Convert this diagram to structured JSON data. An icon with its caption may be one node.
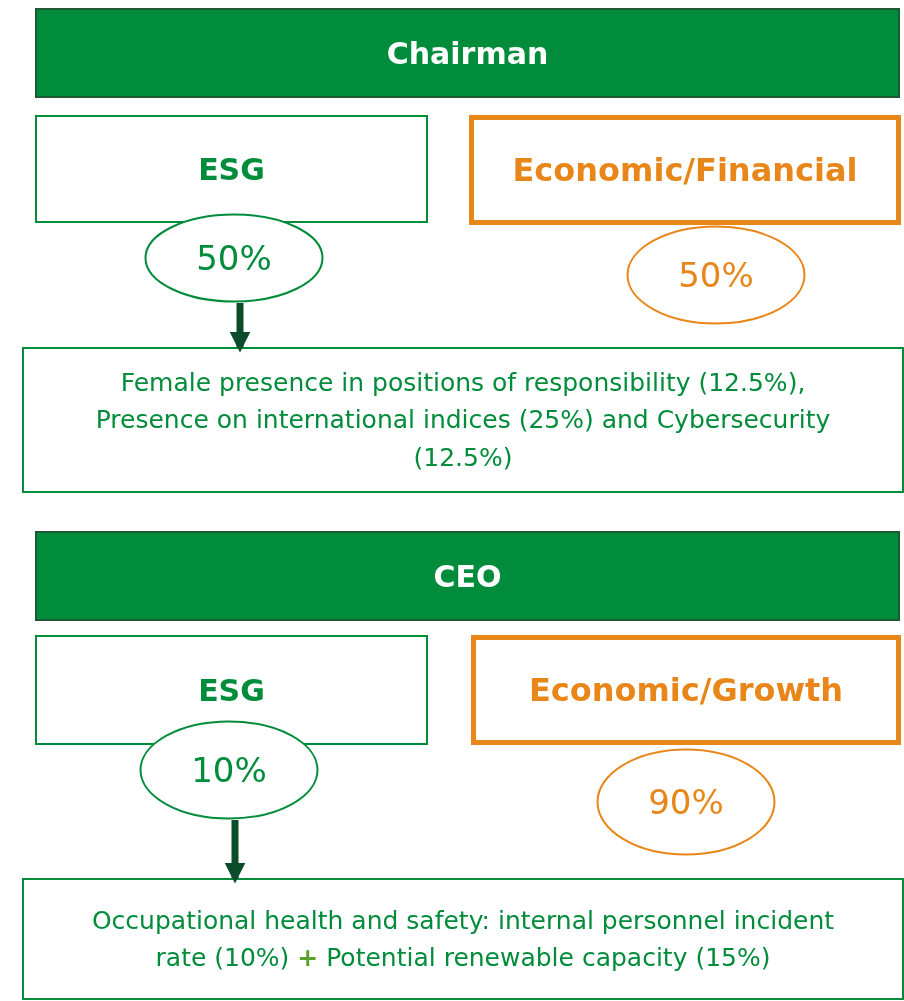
{
  "diagram": {
    "nodes": [
      {
        "text": [
          "Chairman"
        ]
      },
      {
        "text": [
          "ESG"
        ]
      },
      {
        "text": [
          "50%"
        ]
      },
      {
        "text": [
          "Economic/Financial"
        ]
      },
      {
        "text": [
          "50%"
        ]
      },
      {
        "text": [
          "Female presence in positions of responsibility (12.5%), Presence on international indices (25%) and Cybersecurity (12.5%)"
        ]
      },
      {
        "text": [
          "CEO"
        ]
      },
      {
        "text": [
          "ESG"
        ]
      },
      {
        "text": [
          "10%"
        ]
      },
      {
        "text": [
          "Economic/Growth"
        ]
      },
      {
        "text": [
          "90%"
        ]
      },
      {
        "text": [
          "Occupational health and safety: internal personnel incident rate (10%) **+** Potential renewable capacity (15%)"
        ]
      }
    ],
    "edges": [
      {
        "from": 2,
        "to": 5,
        "arrow": "to"
      },
      {
        "from": 8,
        "to": 11,
        "arrow": "to"
      }
    ]
  }
}
